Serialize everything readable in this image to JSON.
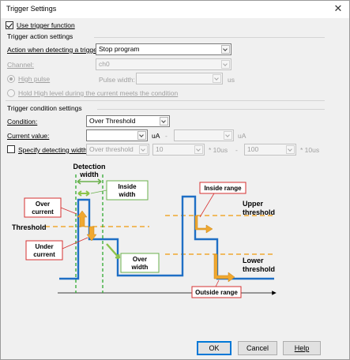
{
  "window": {
    "title": "Trigger Settings",
    "close_glyph": "✕"
  },
  "use_trigger": {
    "label": "Use trigger function",
    "checked": true
  },
  "action_section": {
    "title": "Trigger action settings",
    "action_label": "Action when detecting a trigger:",
    "action_value": "Stop program",
    "channel_label": "Channel:",
    "channel_value": "ch0",
    "high_pulse_label": "High pulse",
    "pulse_width_label": "Pulse width:",
    "pulse_width_unit": "us",
    "hold_high_label": "Hold High level during the current meets the condition"
  },
  "condition_section": {
    "title": "Trigger condition settings",
    "condition_label": "Condition:",
    "condition_value": "Over Threshold",
    "current_label": "Current value:",
    "current_unit": "uA",
    "current_dash": "-",
    "current_unit2": "uA",
    "specify_width_label": "Specify detecting width:",
    "width_mode_value": "Over threshold",
    "width_min_value": "10",
    "width_unit": "* 10us",
    "width_dash": "-",
    "width_max_value": "100",
    "width_unit2": "* 10us"
  },
  "diagram": {
    "detection_width": [
      "Detection",
      "width"
    ],
    "inside_width": [
      "Inside",
      "width"
    ],
    "over_current": [
      "Over",
      "current"
    ],
    "under_current": [
      "Under",
      "current"
    ],
    "threshold": "Threshold",
    "over_width": [
      "Over",
      "width"
    ],
    "inside_range": "Inside range",
    "upper_threshold": [
      "Upper",
      "threshold"
    ],
    "lower_threshold": [
      "Lower",
      "threshold"
    ],
    "outside_range": "Outside range"
  },
  "buttons": {
    "ok": "OK",
    "cancel": "Cancel",
    "help": "Help"
  },
  "colors": {
    "signal_blue": "#1f6fc5",
    "threshold_orange": "#f0a830",
    "detection_green": "#2eaa2e",
    "label_border_red": "#d63030",
    "label_border_green": "#6ab04c",
    "arrow_green": "#8bc34a"
  }
}
